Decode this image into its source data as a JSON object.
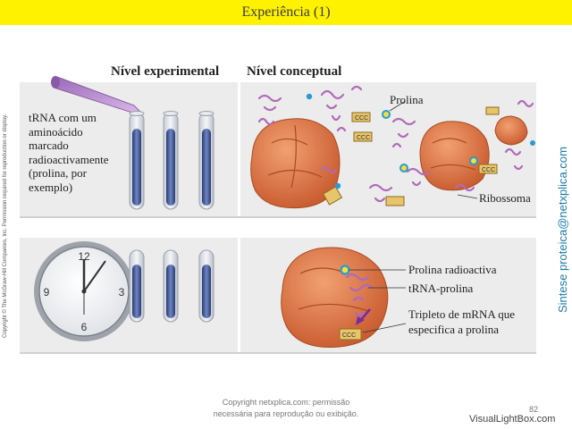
{
  "header": {
    "title": "Experiência (1)"
  },
  "columns": {
    "experimental": "Nível experimental",
    "conceptual": "Nível conceptual"
  },
  "sidebar": {
    "copyright": "Copyright © The McGraw-Hill Companies, Inc. Permission required for reproduction or display.",
    "email": "Sintese proteica@netxplica.com"
  },
  "top_panel": {
    "trna_label_lines": [
      "tRNA com um",
      "aminoácido",
      "marcado",
      "radioactivamente",
      "(prolina, por",
      "exemplo)"
    ],
    "prolina_label": "Prolina",
    "ribossoma_label": "Ribossoma"
  },
  "bottom_panel": {
    "labels": {
      "prolina_radioactiva": "Prolina radioactiva",
      "trna_prolina": "tRNA-prolina",
      "tripleto_line1": "Tripleto de mRNA que",
      "tripleto_line2": "especifica a prolina"
    },
    "clock_numbers": [
      "12",
      "3",
      "6",
      "9"
    ]
  },
  "footer": {
    "copyright_line1": "Copyright netxplica.com: permissão",
    "copyright_line2": "necessária para reprodução ou exibição.",
    "page_number": "82",
    "watermark": "VisualLightBox.com"
  },
  "colors": {
    "title_bar": "#fff200",
    "ribosome": "#e07a4a",
    "trna": "#b06ab8",
    "tube_liquid": "#3a4f8f",
    "accent_text": "#1a7aa6"
  }
}
